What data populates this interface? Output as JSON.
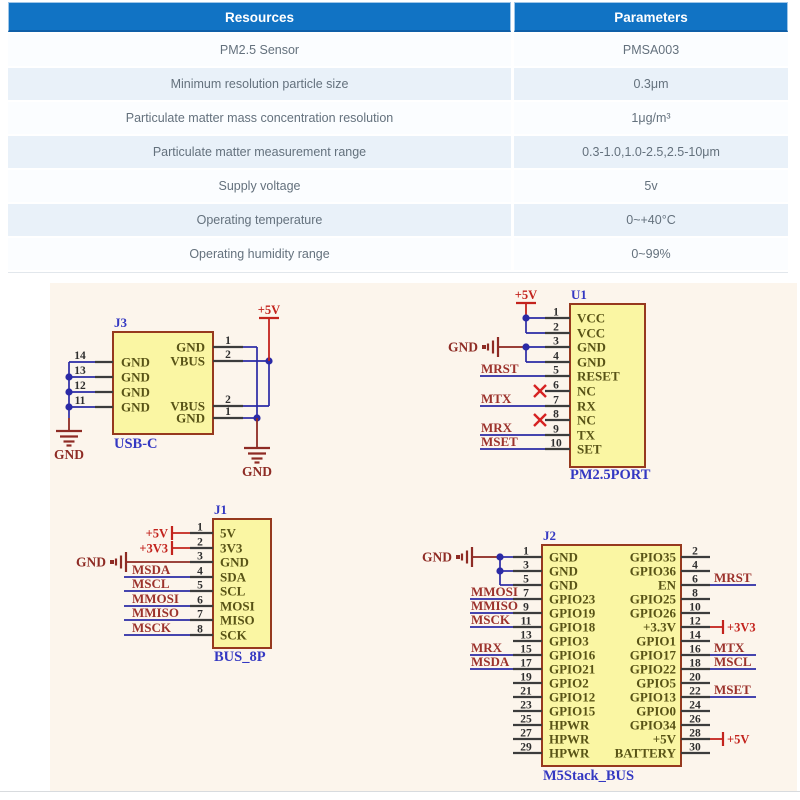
{
  "table": {
    "headers": [
      "Resources",
      "Parameters"
    ],
    "rows": [
      {
        "resource": "PM2.5 Sensor",
        "parameter": "PMSA003"
      },
      {
        "resource": "Minimum resolution particle size",
        "parameter": "0.3μm"
      },
      {
        "resource": "Particulate matter mass concentration resolution",
        "parameter": "1μg/m³"
      },
      {
        "resource": "Particulate matter measurement range",
        "parameter": "0.3-1.0,1.0-2.5,2.5-10μm"
      },
      {
        "resource": "Supply voltage",
        "parameter": "5v"
      },
      {
        "resource": "Operating temperature",
        "parameter": "0~+40°C"
      },
      {
        "resource": "Operating humidity range",
        "parameter": "0~99%"
      }
    ]
  },
  "schematic": {
    "colors": {
      "wire": "#2b2aa6",
      "stub": "#3c3c3c",
      "box_fill": "#faf6a3",
      "box_border": "#96391e",
      "ref_blue": "#3438c2",
      "net_label": "#9c322c",
      "power_red": "#c3231d",
      "pin_text": "#585316",
      "number_text": "#2f2f2f",
      "nc_cross": "#d62222",
      "gnd_symbol": "#8e2b24",
      "table_header_blue": "#1173c4",
      "table_row_alt": "#e9f1f9",
      "panel_bg": "#fcf5ec"
    },
    "j3": {
      "ref": "J3",
      "name": "USB-C",
      "left_pins": [
        {
          "num": "14",
          "label": "GND"
        },
        {
          "num": "13",
          "label": "GND"
        },
        {
          "num": "12",
          "label": "GND"
        },
        {
          "num": "11",
          "label": "GND"
        }
      ],
      "right_pins": [
        {
          "num": "1",
          "label": "GND"
        },
        {
          "num": "2",
          "label": "VBUS"
        },
        {
          "num": "2",
          "label": "VBUS"
        },
        {
          "num": "1",
          "label": "GND"
        }
      ],
      "vcc_label": "+5V",
      "gnd_label_left": "GND",
      "gnd_label_right": "GND"
    },
    "u1": {
      "ref": "U1",
      "name": "PM2.5PORT",
      "pins": [
        {
          "num": "1",
          "label": "VCC"
        },
        {
          "num": "2",
          "label": "VCC"
        },
        {
          "num": "3",
          "label": "GND"
        },
        {
          "num": "4",
          "label": "GND"
        },
        {
          "num": "5",
          "label": "RESET"
        },
        {
          "num": "6",
          "label": "NC"
        },
        {
          "num": "7",
          "label": "RX"
        },
        {
          "num": "8",
          "label": "NC"
        },
        {
          "num": "9",
          "label": "TX"
        },
        {
          "num": "10",
          "label": "SET"
        }
      ],
      "net_labels": {
        "5": "MRST",
        "7": "MTX",
        "9": "MRX",
        "10": "MSET"
      },
      "nc_pins": [
        "6",
        "8"
      ],
      "vcc_label": "+5V",
      "gnd_label": "GND"
    },
    "j1": {
      "ref": "J1",
      "name": "BUS_8P",
      "pins": [
        {
          "num": "1",
          "label": "5V"
        },
        {
          "num": "2",
          "label": "3V3"
        },
        {
          "num": "3",
          "label": "GND"
        },
        {
          "num": "4",
          "label": "SDA"
        },
        {
          "num": "5",
          "label": "SCL"
        },
        {
          "num": "6",
          "label": "MOSI"
        },
        {
          "num": "7",
          "label": "MISO"
        },
        {
          "num": "8",
          "label": "SCK"
        }
      ],
      "power_labels": {
        "1": "+5V",
        "2": "+3V3"
      },
      "net_labels": {
        "4": "MSDA",
        "5": "MSCL",
        "6": "MMOSI",
        "7": "MMISO",
        "8": "MSCK"
      },
      "gnd_label": "GND"
    },
    "j2": {
      "ref": "J2",
      "name": "M5Stack_BUS",
      "left_pins": [
        {
          "num": "1",
          "label": "GND"
        },
        {
          "num": "3",
          "label": "GND"
        },
        {
          "num": "5",
          "label": "GND"
        },
        {
          "num": "7",
          "label": "GPIO23"
        },
        {
          "num": "9",
          "label": "GPIO19"
        },
        {
          "num": "11",
          "label": "GPIO18"
        },
        {
          "num": "13",
          "label": "GPIO3"
        },
        {
          "num": "15",
          "label": "GPIO16"
        },
        {
          "num": "17",
          "label": "GPIO21"
        },
        {
          "num": "19",
          "label": "GPIO2"
        },
        {
          "num": "21",
          "label": "GPIO12"
        },
        {
          "num": "23",
          "label": "GPIO15"
        },
        {
          "num": "25",
          "label": "HPWR"
        },
        {
          "num": "27",
          "label": "HPWR"
        },
        {
          "num": "29",
          "label": "HPWR"
        }
      ],
      "right_pins": [
        {
          "num": "2",
          "label": "GPIO35"
        },
        {
          "num": "4",
          "label": "GPIO36"
        },
        {
          "num": "6",
          "label": "EN"
        },
        {
          "num": "8",
          "label": "GPIO25"
        },
        {
          "num": "10",
          "label": "GPIO26"
        },
        {
          "num": "12",
          "label": "+3.3V"
        },
        {
          "num": "14",
          "label": "GPIO1"
        },
        {
          "num": "16",
          "label": "GPIO17"
        },
        {
          "num": "18",
          "label": "GPIO22"
        },
        {
          "num": "20",
          "label": "GPIO5"
        },
        {
          "num": "22",
          "label": "GPIO13"
        },
        {
          "num": "24",
          "label": "GPIO0"
        },
        {
          "num": "26",
          "label": "GPIO34"
        },
        {
          "num": "28",
          "label": "+5V"
        },
        {
          "num": "30",
          "label": "BATTERY"
        }
      ],
      "left_net_labels": {
        "7": "MMOSI",
        "9": "MMISO",
        "11": "MSCK",
        "15": "MRX",
        "17": "MSDA"
      },
      "right_net_labels": {
        "6": "MRST",
        "16": "MTX",
        "18": "MSCL",
        "22": "MSET"
      },
      "right_power_labels": {
        "12": "+3V3",
        "28": "+5V"
      },
      "gnd_label": "GND"
    }
  }
}
